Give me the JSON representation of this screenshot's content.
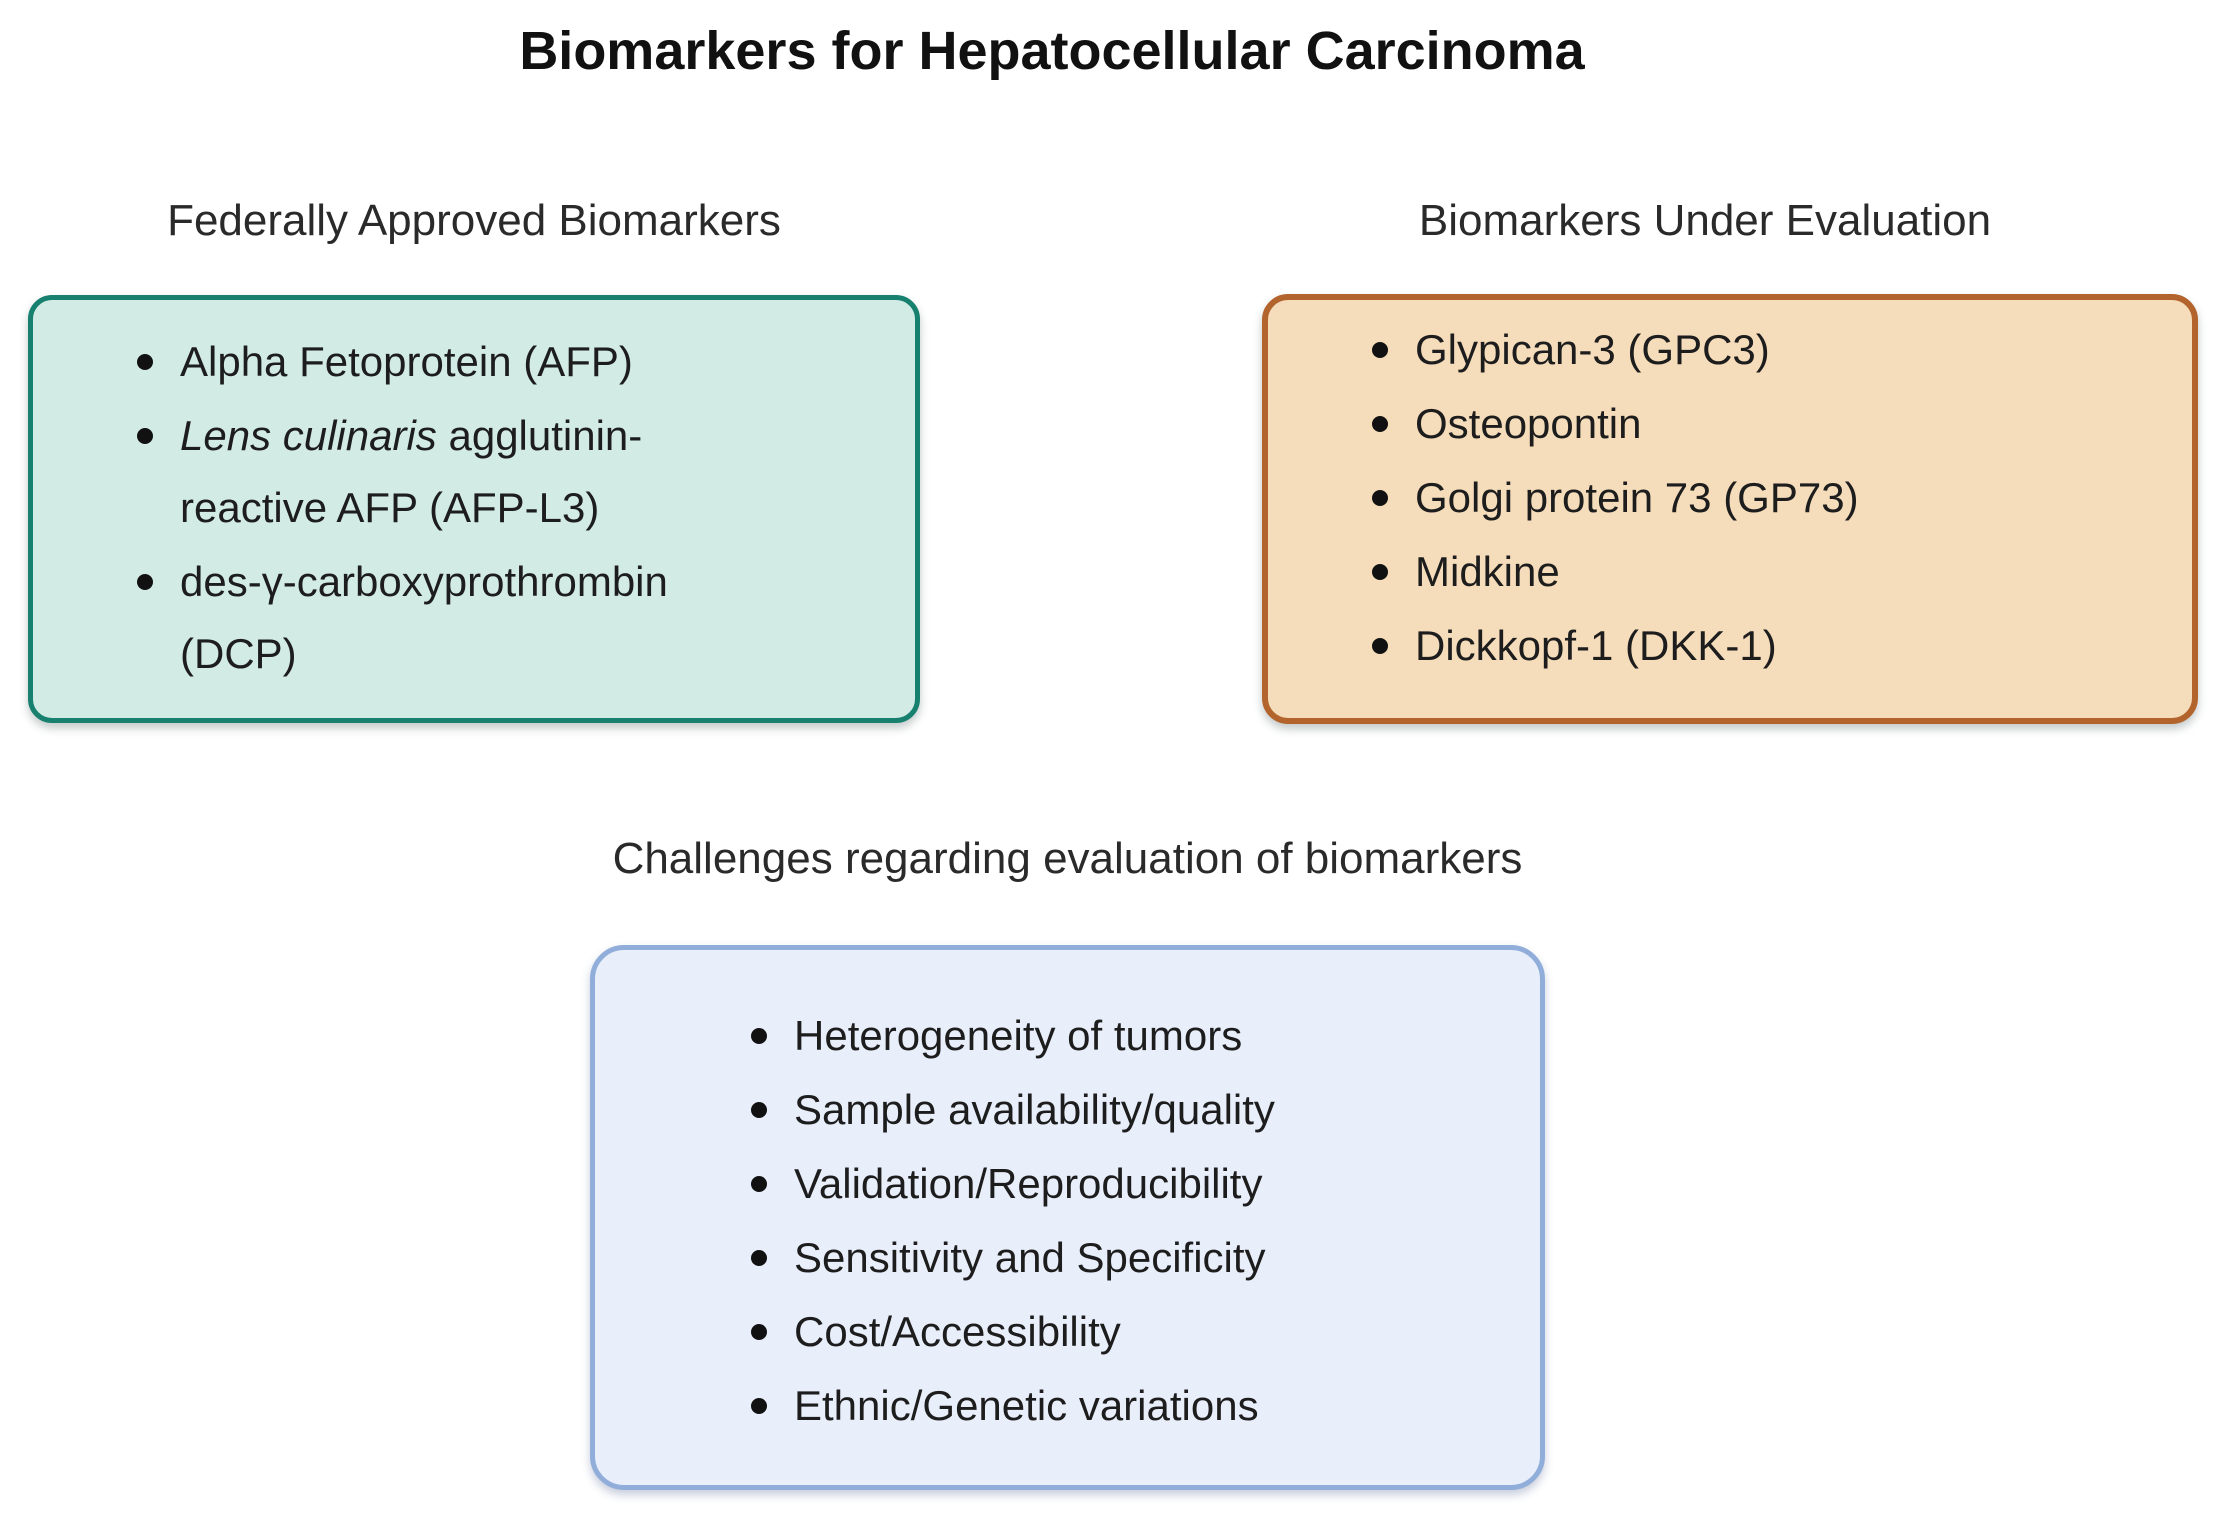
{
  "figure": {
    "title": "Biomarkers for Hepatocellular Carcinoma",
    "background_color": "#ffffff",
    "title_color": "#111111",
    "body_text_color": "#1d1d1d"
  },
  "boxes": [
    {
      "heading": "Federally Approved Biomarkers",
      "border_color": "#17806f",
      "fill_color": "#d2ebe5",
      "items": [
        [
          {
            "text": "Alpha Fetoprotein (AFP)"
          }
        ],
        [
          {
            "text": "Lens culinaris",
            "italic": true
          },
          {
            "text": " agglutinin-\nreactive AFP (AFP-L3)"
          }
        ],
        [
          {
            "text": "des-γ-carboxyprothrombin\n(DCP)"
          }
        ]
      ]
    },
    {
      "heading": "Biomarkers Under Evaluation",
      "border_color": "#b2642c",
      "fill_color": "#f5dcba",
      "items": [
        [
          {
            "text": "Glypican-3 (GPC3)"
          }
        ],
        [
          {
            "text": "Osteopontin"
          }
        ],
        [
          {
            "text": "Golgi protein 73 (GP73)"
          }
        ],
        [
          {
            "text": "Midkine"
          }
        ],
        [
          {
            "text": "Dickkopf-1 (DKK-1)"
          }
        ]
      ]
    },
    {
      "heading": "Challenges regarding evaluation of biomarkers",
      "border_color": "#90aed9",
      "fill_color": "#e8eefa",
      "items": [
        [
          {
            "text": "Heterogeneity of tumors"
          }
        ],
        [
          {
            "text": "Sample availability/quality"
          }
        ],
        [
          {
            "text": "Validation/Reproducibility"
          }
        ],
        [
          {
            "text": "Sensitivity and Specificity"
          }
        ],
        [
          {
            "text": "Cost/Accessibility"
          }
        ],
        [
          {
            "text": "Ethnic/Genetic variations"
          }
        ]
      ]
    }
  ]
}
